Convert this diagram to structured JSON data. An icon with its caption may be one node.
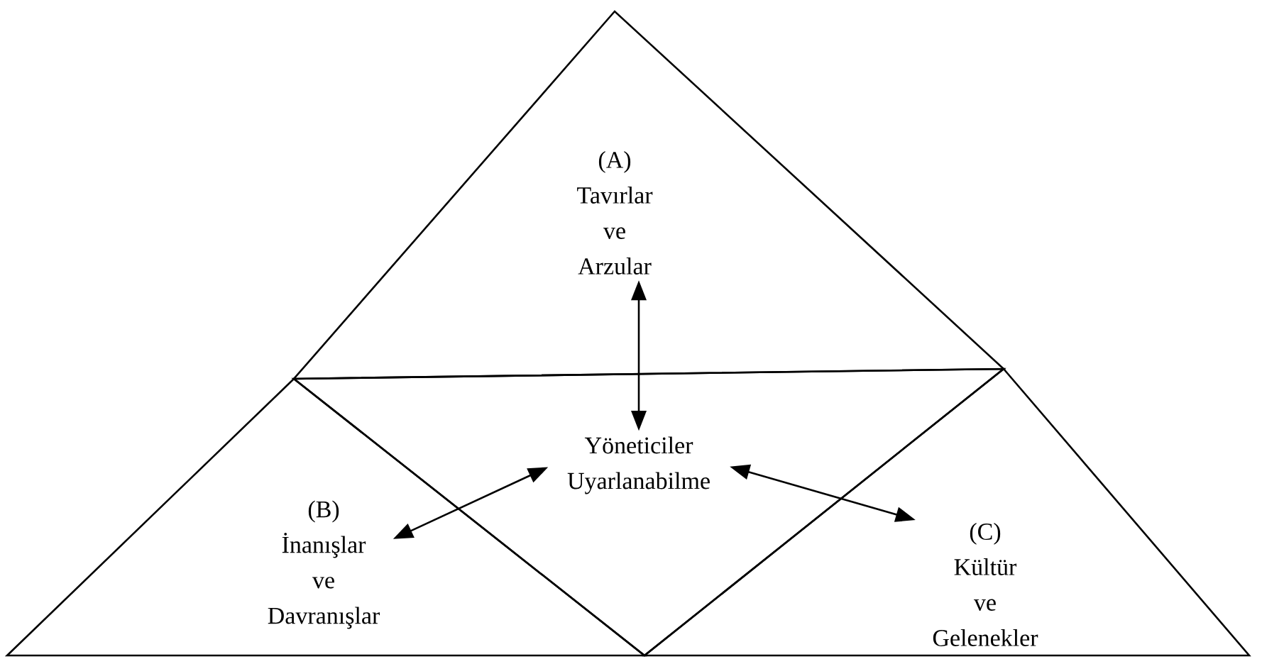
{
  "diagram": {
    "nodes": [
      {
        "text": [
          "(A)",
          "Tavırlar ve Arzular"
        ]
      },
      {
        "text": [
          "(B)",
          "İnanışlar ve Davranışlar"
        ]
      },
      {
        "text": [
          "Yöneticiler Uyarlanabilme"
        ]
      },
      {
        "text": [
          "(C)",
          "Kültür ve Gelenekler"
        ]
      }
    ],
    "edges": [
      {
        "from": 0,
        "to": 2,
        "arrow": "both"
      },
      {
        "from": 1,
        "to": 2,
        "arrow": "both"
      },
      {
        "from": 2,
        "to": 3,
        "arrow": "both"
      }
    ]
  }
}
